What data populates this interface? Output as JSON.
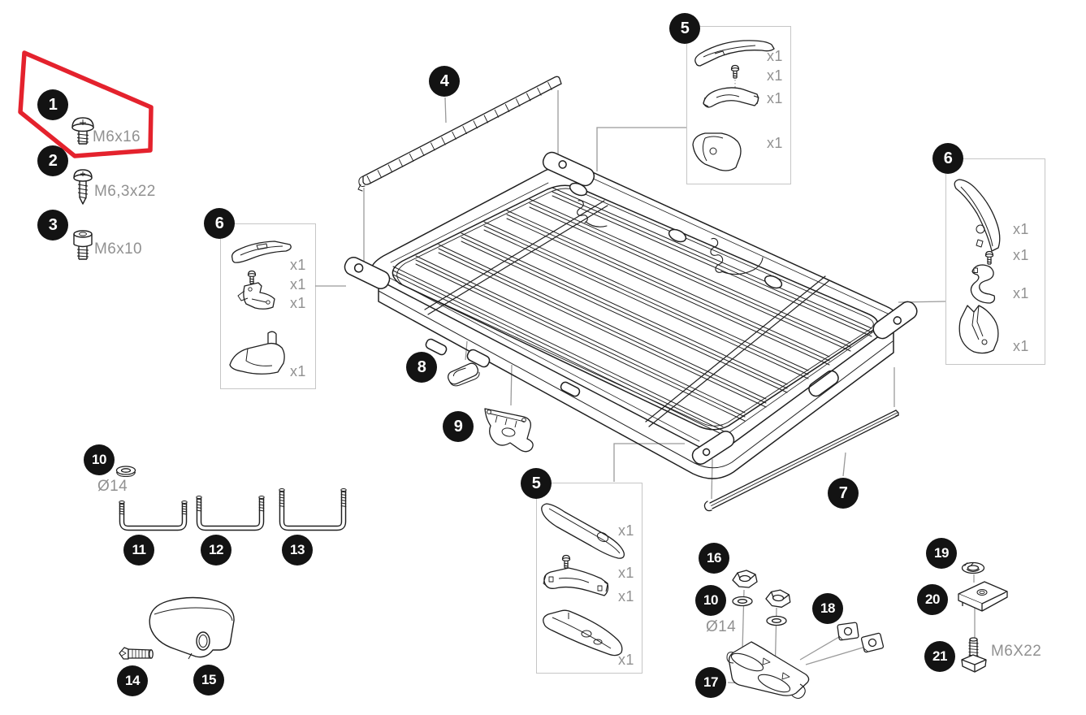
{
  "diagram_type": "exploded-parts-diagram",
  "highlight": {
    "highlighted_item": "1",
    "color": "#e4222d"
  },
  "colors": {
    "line": "#1f1f1f",
    "muted_text": "#919191",
    "badge_bg": "#131313",
    "badge_text": "#ffffff",
    "box_border": "#c6c6c6",
    "background": "#ffffff"
  },
  "badges": [
    {
      "n": "1"
    },
    {
      "n": "2"
    },
    {
      "n": "3"
    },
    {
      "n": "4"
    },
    {
      "n": "5"
    },
    {
      "n": "6"
    },
    {
      "n": "6"
    },
    {
      "n": "8"
    },
    {
      "n": "9"
    },
    {
      "n": "5"
    },
    {
      "n": "7"
    },
    {
      "n": "10"
    },
    {
      "n": "11"
    },
    {
      "n": "12"
    },
    {
      "n": "13"
    },
    {
      "n": "14"
    },
    {
      "n": "15"
    },
    {
      "n": "16"
    },
    {
      "n": "10"
    },
    {
      "n": "17"
    },
    {
      "n": "18"
    },
    {
      "n": "19"
    },
    {
      "n": "20"
    },
    {
      "n": "21"
    }
  ],
  "size_labels": [
    {
      "text": "M6x16"
    },
    {
      "text": "M6,3x22"
    },
    {
      "text": "M6x10"
    },
    {
      "text": "Ø14"
    },
    {
      "text": "Ø14"
    },
    {
      "text": "M6X22"
    }
  ],
  "quantities": {
    "box_5_top": [
      "x1",
      "x1",
      "x1",
      "x1"
    ],
    "box_6_right": [
      "x1",
      "x1",
      "x1",
      "x1"
    ],
    "box_6_left": [
      "x1",
      "x1",
      "x1",
      "x1"
    ],
    "box_5_bottom": [
      "x1",
      "x1",
      "x1",
      "x1"
    ]
  }
}
